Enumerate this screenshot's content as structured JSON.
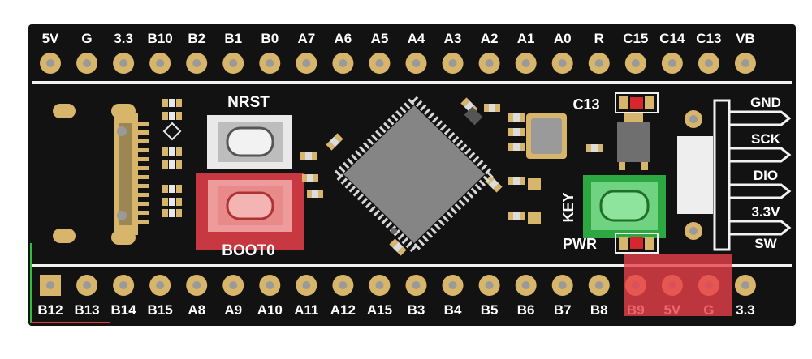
{
  "board": {
    "top_header_labels": [
      "5V",
      "G",
      "3.3",
      "B10",
      "B2",
      "B1",
      "B0",
      "A7",
      "A6",
      "A5",
      "A4",
      "A3",
      "A2",
      "A1",
      "A0",
      "R",
      "C15",
      "C14",
      "C13",
      "VB"
    ],
    "bottom_header_labels": [
      "B12",
      "B13",
      "B14",
      "B15",
      "A8",
      "A9",
      "A10",
      "A11",
      "A12",
      "A15",
      "B3",
      "B4",
      "B5",
      "B6",
      "B7",
      "B8",
      "B9",
      "5V",
      "G",
      "3.3"
    ],
    "swd_labels": [
      "GND",
      "SCK",
      "DIO",
      "3.3V",
      "SW"
    ],
    "button_labels": {
      "nrst": "NRST",
      "boot0": "BOOT0",
      "key": "KEY",
      "pwr": "PWR",
      "c13": "C13"
    },
    "highlight_colors": {
      "boot0": "#e8404a",
      "key": "#33c24a",
      "power_pins": "#e8404a"
    },
    "pcb_color": "#121212",
    "pad_color": "#d7b56a"
  }
}
